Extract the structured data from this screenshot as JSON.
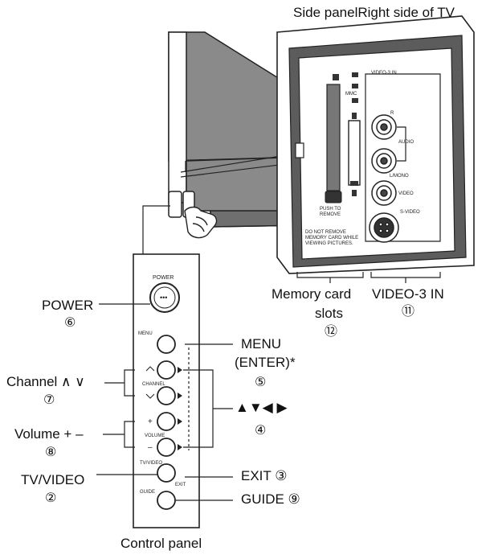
{
  "titles": {
    "side_panel": "Side panel",
    "right_side": "Right side of TV",
    "control_panel": "Control panel"
  },
  "callouts": {
    "power": {
      "label": "POWER",
      "num": "⑥"
    },
    "menu": {
      "label1": "MENU",
      "label2": "(ENTER)*",
      "num": "⑤"
    },
    "channel": {
      "label": "Channel ∧ ∨",
      "num": "⑦"
    },
    "arrows": {
      "label": "▲▼◀ ▶",
      "num": "④"
    },
    "volume": {
      "label": "Volume + –",
      "num": "⑧"
    },
    "exit": {
      "label": "EXIT ③"
    },
    "tv_video": {
      "label": "TV/VIDEO",
      "num": "②"
    },
    "guide": {
      "label": "GUIDE ⑨"
    },
    "memory_card": {
      "label1": "Memory card",
      "label2": "slots",
      "num": "⑫"
    },
    "video3": {
      "label": "VIDEO-3 IN",
      "num": "⑪"
    }
  },
  "panel_text": {
    "power": "POWER",
    "menu": "MENU",
    "channel": "CHANNEL",
    "volume": "VOLUME",
    "tv_video": "TV/VIDEO",
    "exit": "EXIT",
    "guide": "GUIDE",
    "plus": "+",
    "minus": "–"
  },
  "side_text": {
    "video3_header": "VIDEO-3 IN",
    "r": "R",
    "audio": "AUDIO",
    "lmono": "L/MONO",
    "video": "VIDEO",
    "svideo": "S-VIDEO",
    "mmc": "MMC",
    "push": "PUSH TO",
    "remove": "REMOVE",
    "warn1": "DO NOT REMOVE",
    "warn2": "MEMORY CARD WHILE",
    "warn3": "VIEWING PICTURES."
  }
}
